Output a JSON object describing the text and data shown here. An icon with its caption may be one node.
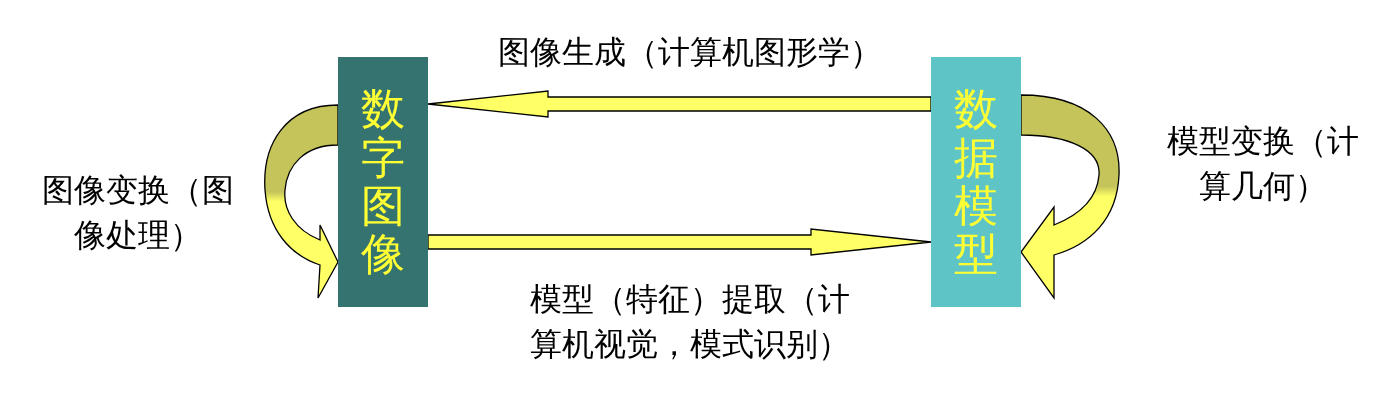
{
  "diagram": {
    "nodes": [
      {
        "text": [
          "数字图像"
        ]
      },
      {
        "text": [
          "数据模型"
        ]
      }
    ],
    "edges": [
      {
        "from": 1,
        "to": 0,
        "arrow": "to",
        "label": "图像生成（计算机图形学）"
      },
      {
        "from": 0,
        "to": 1,
        "arrow": "to",
        "label": "模型（特征）提取（计算机视觉，模式识别）"
      },
      {
        "from": 0,
        "to": 0,
        "arrow": "to",
        "label": "图像变换（图像处理）"
      },
      {
        "from": 1,
        "to": 1,
        "arrow": "to",
        "label": "模型变换（计算几何）"
      }
    ]
  }
}
